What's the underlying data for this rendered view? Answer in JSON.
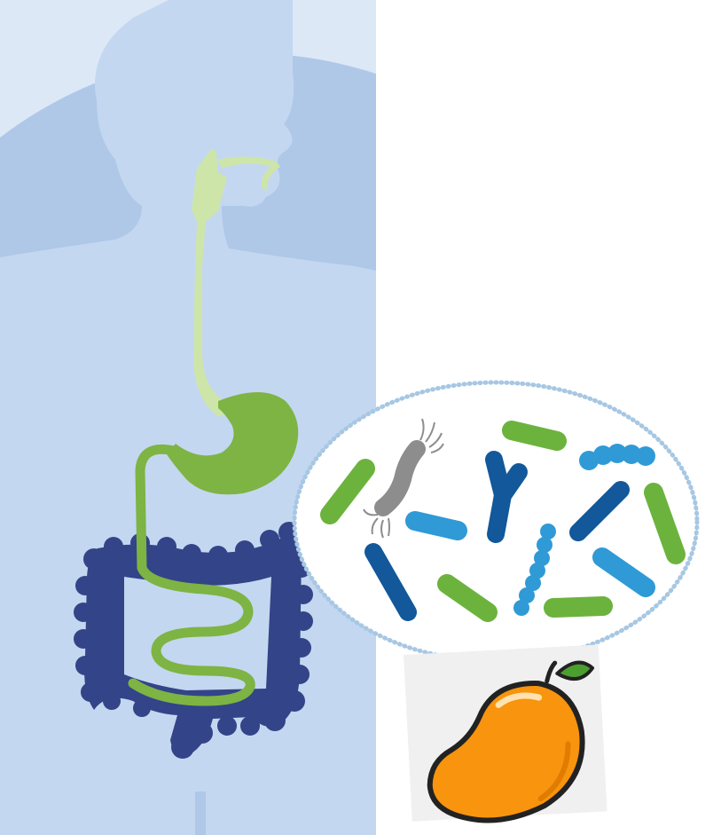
{
  "figure": {
    "panels": [
      {
        "name": "human-digestive-tract",
        "organs": [
          "esophagus",
          "stomach",
          "small-intestine",
          "large-intestine"
        ]
      },
      {
        "name": "gut-microbiota-bubble",
        "microbes": [
          "rod-bacteria",
          "coccus-chains",
          "flagellated-bacterium",
          "y-shaped-bifidobacterium"
        ]
      },
      {
        "name": "mango-fruit"
      }
    ]
  },
  "colors": {
    "background_circle": "#afc8e8",
    "body_silhouette": "#c4d7f0",
    "body_panel_bg": "#d3e1f4",
    "esophagus": "#cde5a9",
    "stomach": "#7db443",
    "small_intestine": "#7db443",
    "large_intestine": "#334489",
    "bubble_fill": "#ffffff",
    "bubble_border": "#a7c7e3",
    "microbe_green": "#6cb33e",
    "microbe_light_blue": "#2f9ad6",
    "microbe_dark_blue": "#12589a",
    "microbe_gray": "#8d8d8d",
    "mango_orange": "#f8940d",
    "mango_leaf": "#4b9f2f",
    "mango_outline": "#222222",
    "mango_card_bg": "#f0f0f0"
  }
}
